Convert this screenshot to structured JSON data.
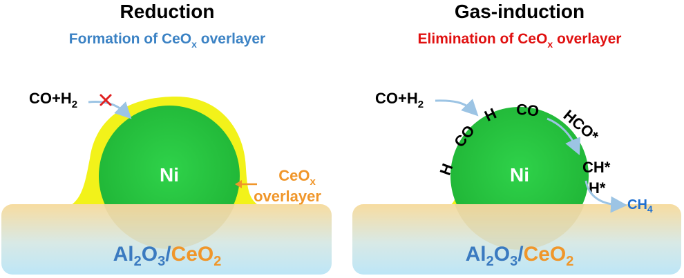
{
  "left_panel": {
    "title": "Reduction",
    "subtitle_prefix": "Formation of CeO",
    "subtitle_sub": "x",
    "subtitle_suffix": " overlayer",
    "gas": {
      "main": "CO+H",
      "sub": "2"
    },
    "particle_label": "Ni",
    "overlayer_label": {
      "line1_main": "CeO",
      "line1_sub": "x",
      "line2": "overlayer"
    },
    "support": {
      "part1": "Al",
      "s1": "2",
      "part2": "O",
      "s2": "3",
      "slash": "/",
      "part3": "CeO",
      "s3": "2"
    }
  },
  "right_panel": {
    "title": "Gas-induction",
    "subtitle_prefix": "Elimination of CeO",
    "subtitle_sub": "x",
    "subtitle_suffix": " overlayer",
    "gas": {
      "main": "CO+H",
      "sub": "2"
    },
    "particle_label": "Ni",
    "adsorbates": [
      "H",
      "CO",
      "H",
      "CO",
      "HCO*",
      "CH*",
      "H*"
    ],
    "product": {
      "main": "CH",
      "sub": "4"
    },
    "support": {
      "part1": "Al",
      "s1": "2",
      "part2": "O",
      "s2": "3",
      "slash": "/",
      "part3": "CeO",
      "s3": "2"
    }
  },
  "colors": {
    "title": "#000000",
    "subtitle_left": "#3b82c4",
    "subtitle_right": "#e01010",
    "particle": "#22c23a",
    "overlayer": "#f2f21a",
    "support_top": "#f7dca0",
    "support_bottom": "#bfe6f6",
    "alumina_text": "#3a7ac0",
    "ceria_text": "#f0962a",
    "arrow": "#9cc4e4",
    "block_mark": "#e02020",
    "product": "#1e6fd0",
    "overlayer_label": "#f0962a"
  }
}
